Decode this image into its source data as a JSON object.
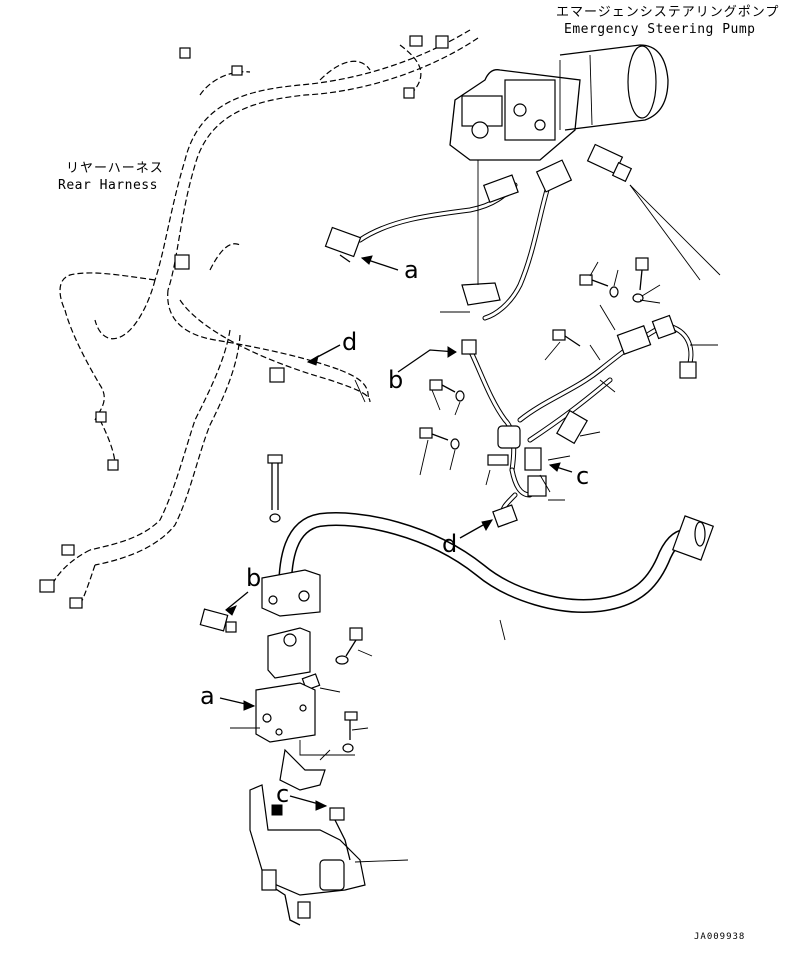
{
  "labels": {
    "pump_jp": "エマージェンシステアリングポンプ",
    "pump_en": "Emergency Steering Pump",
    "harness_jp": "リヤーハーネス",
    "harness_en": "Rear Harness",
    "callouts": [
      "a",
      "a",
      "b",
      "b",
      "c",
      "c",
      "d",
      "d"
    ],
    "drawing_code": "JA009938"
  }
}
